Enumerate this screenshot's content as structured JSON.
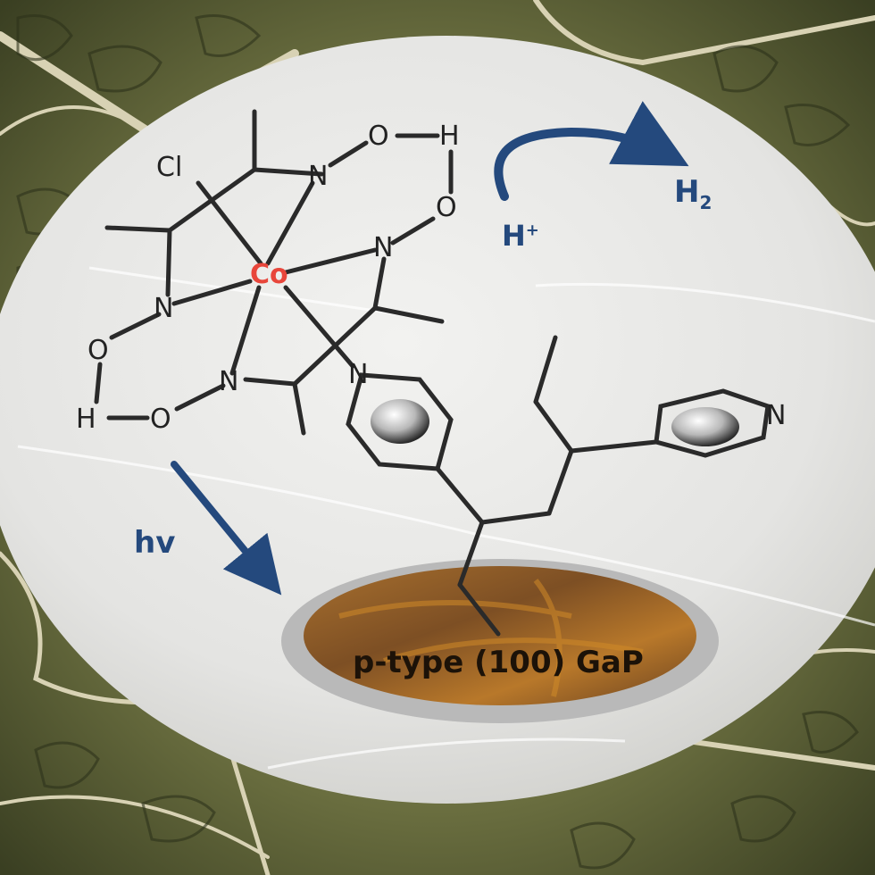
{
  "figure": {
    "type": "graphical-abstract",
    "background": "leaf-vein-texture",
    "colors": {
      "leaf_dark": "#3f4526",
      "leaf_mid": "#7a7d4e",
      "vein": "#d8d2b4",
      "disc": "#e6e6e4",
      "arrow_blue": "#24497d",
      "cobalt_red": "#e8463b",
      "gap_brown": "#8b5a2b",
      "gap_orange": "#c98a2a"
    }
  },
  "complex": {
    "metal": "Co",
    "axial_ligand": "Cl",
    "atoms": {
      "n1": "N",
      "n2": "N",
      "n3": "N",
      "n4": "N",
      "n_py": "N",
      "o1": "O",
      "o2": "O",
      "o3": "O",
      "o4": "O",
      "h1": "H",
      "h2": "H"
    }
  },
  "reaction": {
    "reactant": "H",
    "reactant_charge": "+",
    "product": "H",
    "product_subscript": "2",
    "light": "hv"
  },
  "substrate": {
    "label": "p-type (100) GaP"
  },
  "polymer": {
    "terminal_atom": "N"
  }
}
